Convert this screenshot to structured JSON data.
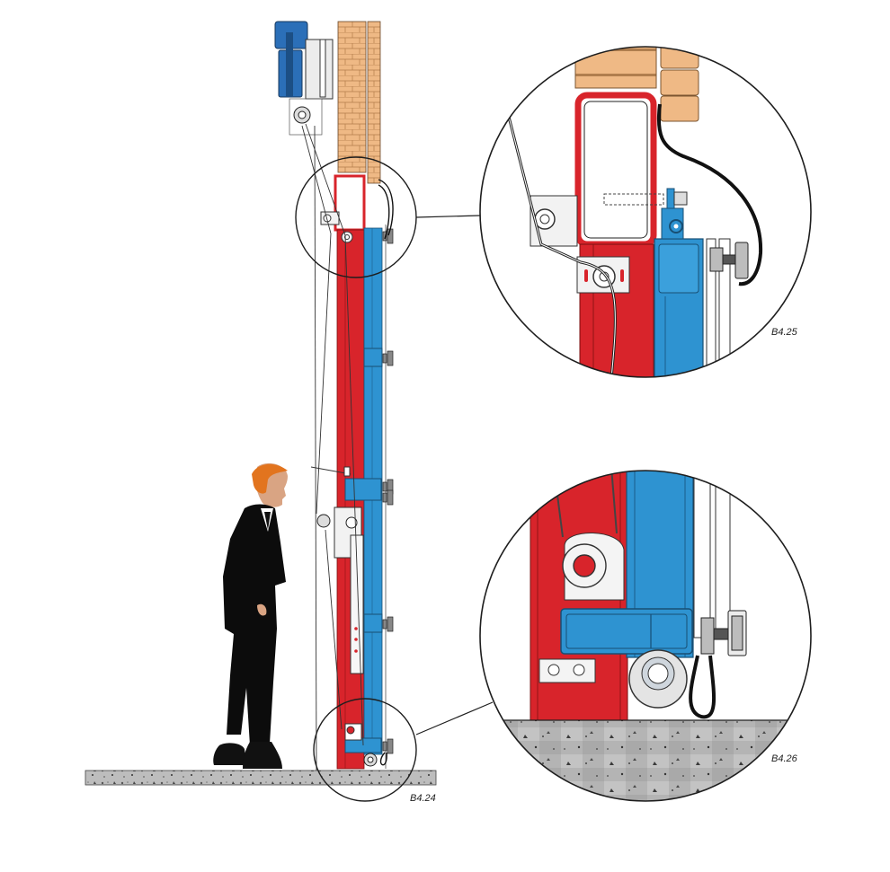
{
  "figure": {
    "labels": {
      "overview": "B4.24",
      "detail_top": "B4.25",
      "detail_bottom": "B4.26"
    },
    "colors": {
      "red_frame": "#d8242b",
      "blue_leaf": "#2e93d1",
      "brick": "#efb985",
      "motor": "#2b6fb8",
      "concrete": "#b9b9b9",
      "outline": "#1e1e1e"
    },
    "components": {
      "motor": "drive-motor",
      "wall": "brick-wall",
      "frame": "red-steel-frame",
      "leaf": "blue-sliding-leaf",
      "floor": "concrete-floor",
      "person": "person-silhouette"
    }
  }
}
